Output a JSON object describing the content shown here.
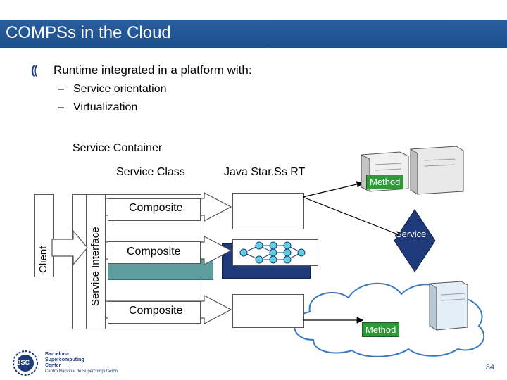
{
  "slide": {
    "title": "COMPSs in the Cloud",
    "bullet": "Runtime integrated in a platform with:",
    "subbullets": [
      "Service orientation",
      "Virtualization"
    ],
    "page_number": "34"
  },
  "diagram": {
    "service_container": "Service Container",
    "service_class": "Service Class",
    "runtime": "Java Star.Ss RT",
    "client": "Client",
    "service_interface": "Service Interface",
    "composite_1": "Composite",
    "composite_2": "Composite",
    "composite_3": "Composite",
    "method_top": "Method",
    "service": "Service",
    "method_bottom": "Method"
  },
  "logo": {
    "acronym": "BSC",
    "line1": "Barcelona",
    "line2": "Supercomputing",
    "line3": "Center",
    "line4": "Centro Nacional de Supercomputación"
  },
  "colors": {
    "title_bar": "#1d4f8c",
    "teal_box": "#5f9e9e",
    "navy_box": "#1f3a7a",
    "node": "#5fd0e0",
    "method_tag": "#2f9a3a",
    "service_diamond": "#1f3a7a"
  }
}
